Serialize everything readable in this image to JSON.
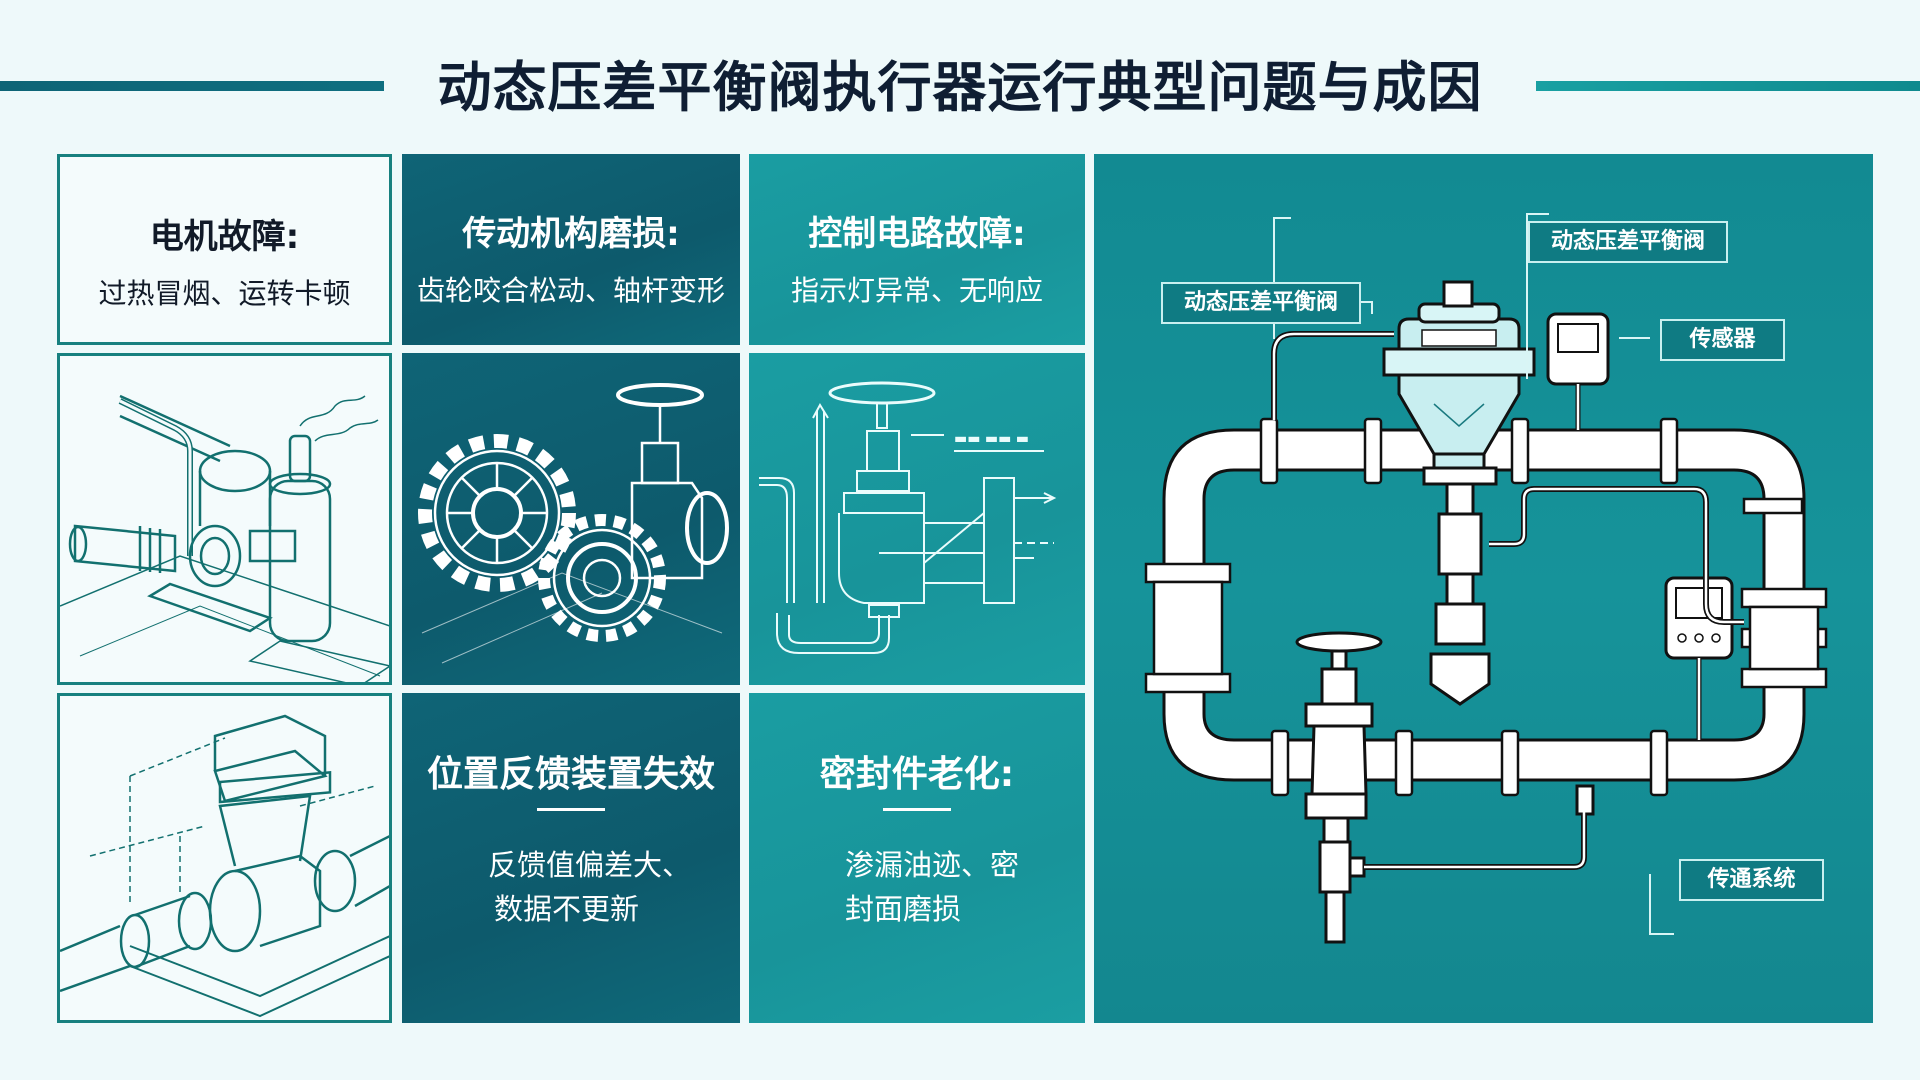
{
  "title": "动态压差平衡阀执行器运行典型问题与成因",
  "colors": {
    "dark_teal": "#0f6476",
    "mid_teal": "#1a9da2",
    "navy_text": "#0f1e33",
    "panel_teal": "#16939a"
  },
  "cards": [
    {
      "heading": "电机故障:",
      "detail": "过热冒烟、运转卡顿"
    },
    {
      "heading": "传动机构磨损:",
      "detail": "齿轮咬合松动、轴杆变形"
    },
    {
      "heading": "控制电路故障:",
      "detail": "指示灯异常、无响应"
    },
    {
      "heading": "位置反馈装置失效",
      "detail_lines": [
        "反馈值偏差大、",
        "数据不更新"
      ]
    },
    {
      "heading": "密封件老化:",
      "detail_lines": [
        "渗漏油迹、密",
        "封面磨损"
      ]
    }
  ],
  "illustrations": [
    "overheating-motor-illustration",
    "gears-and-valve-illustration",
    "angle-valve-blueprint-illustration",
    "actuator-on-pipe-illustration"
  ],
  "diagram": {
    "labels": {
      "valve_top": "动态压差平衡阀",
      "valve_left": "动态压差平衡阀",
      "sensor": "传感器",
      "system": "传通系统"
    }
  }
}
